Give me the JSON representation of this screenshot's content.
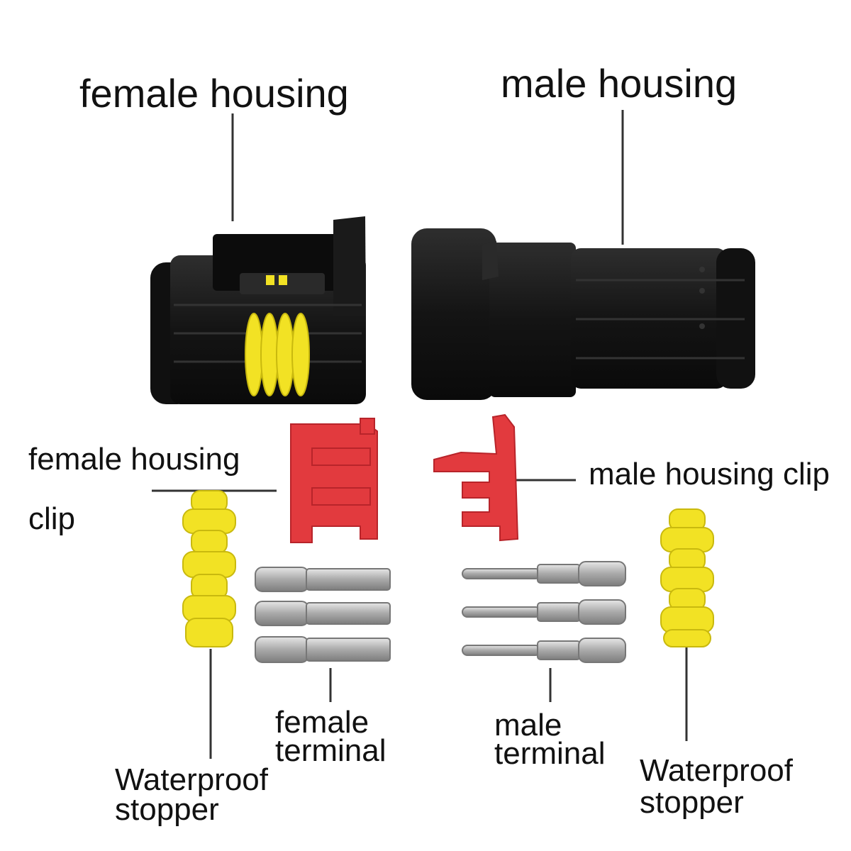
{
  "labels": {
    "female_housing": "female  housing",
    "male_housing": "male housing",
    "female_housing_clip_line1": "female  housing",
    "female_housing_clip_line2": "clip",
    "male_housing_clip": "male housing clip",
    "female_terminal_line1": "female",
    "female_terminal_line2": "terminal",
    "male_terminal_line1": "male",
    "male_terminal_line2": "terminal",
    "waterproof_stopper_left_line1": "Waterproof",
    "waterproof_stopper_left_line2": "stopper",
    "waterproof_stopper_right_line1": "Waterproof",
    "waterproof_stopper_right_line2": "stopper"
  },
  "colors": {
    "housing": "#141414",
    "seal": "#f2e224",
    "clip": "#e23a3e",
    "terminal": "#b9b9b9",
    "leader": "#333333"
  }
}
